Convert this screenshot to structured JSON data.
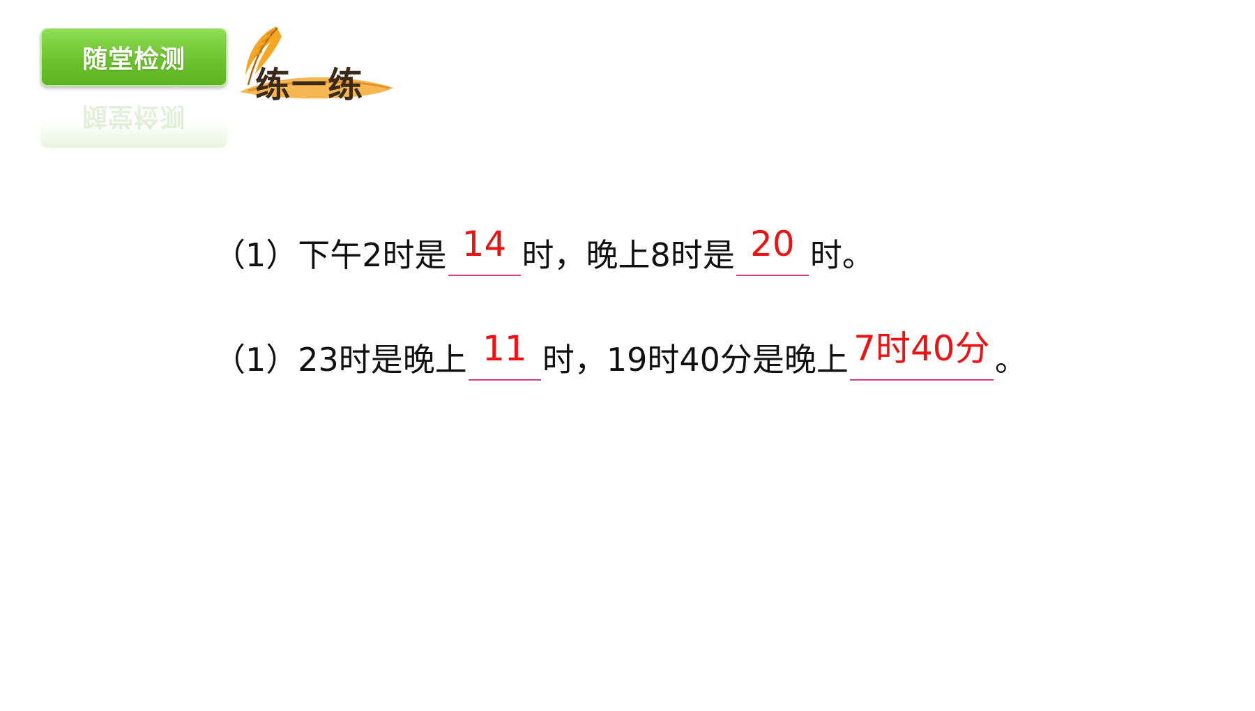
{
  "header": {
    "badge_label": "随堂检测",
    "section_title": "练一练"
  },
  "questions": [
    {
      "prefix": "（1）下午2时是",
      "answer1": "14",
      "middle": "时，晚上8时是",
      "answer2": "20",
      "suffix": "时。"
    },
    {
      "prefix": "（1）23时是晚上",
      "answer1": "11",
      "middle": "时，19时40分是晚上",
      "answer2": "7时40分",
      "suffix": "。"
    }
  ],
  "colors": {
    "badge_green": "#6cc42c",
    "answer_red": "#ee1111",
    "underline_pink": "#d63c8c",
    "feather_orange": "#f0a030"
  },
  "icons": {
    "feather": "feather-icon"
  }
}
